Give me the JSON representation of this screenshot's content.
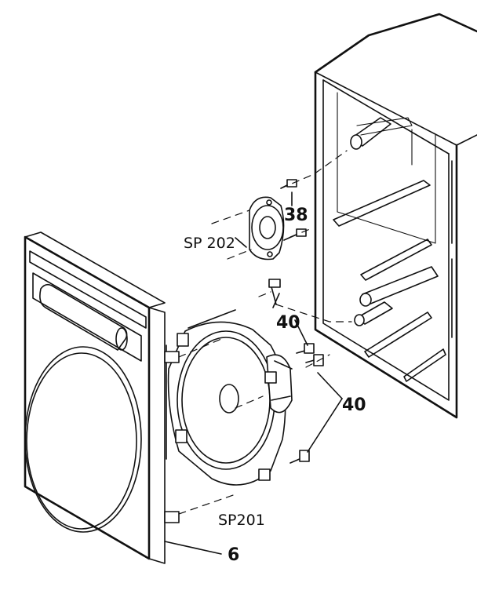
{
  "diagram": {
    "labels": {
      "tweeter": "SP 202",
      "tweeter_screw": "38",
      "woofer_screw_upper": "40",
      "woofer_screw_lower": "40",
      "woofer": "SP201",
      "front_grille": "6"
    }
  }
}
